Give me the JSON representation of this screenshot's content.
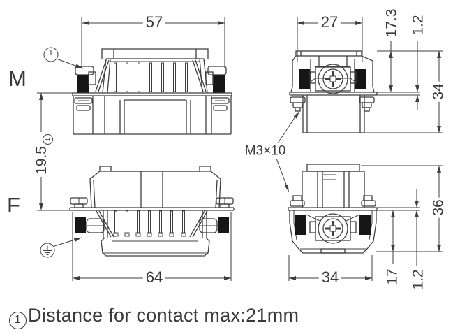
{
  "drawing": {
    "view_labels": {
      "male": "M",
      "female": "F"
    },
    "dimensions": {
      "male_width": "57",
      "male_end_width": "27",
      "male_top_to_flange": "17.3",
      "male_flange_thickness": "1.2",
      "male_height": "34",
      "mating_distance": "19.5",
      "mating_distance_ref": "1",
      "screw_spec": "M3×10",
      "female_width": "64",
      "female_end_width": "34",
      "female_flange_to_end": "17",
      "female_flange_thickness": "1.2",
      "female_height": "36"
    },
    "note": {
      "ref": "1",
      "text": "Distance for contact max:21mm"
    },
    "colors": {
      "line": "#3f3f3f",
      "seal_fill": "#161616",
      "background": "#ffffff"
    }
  }
}
